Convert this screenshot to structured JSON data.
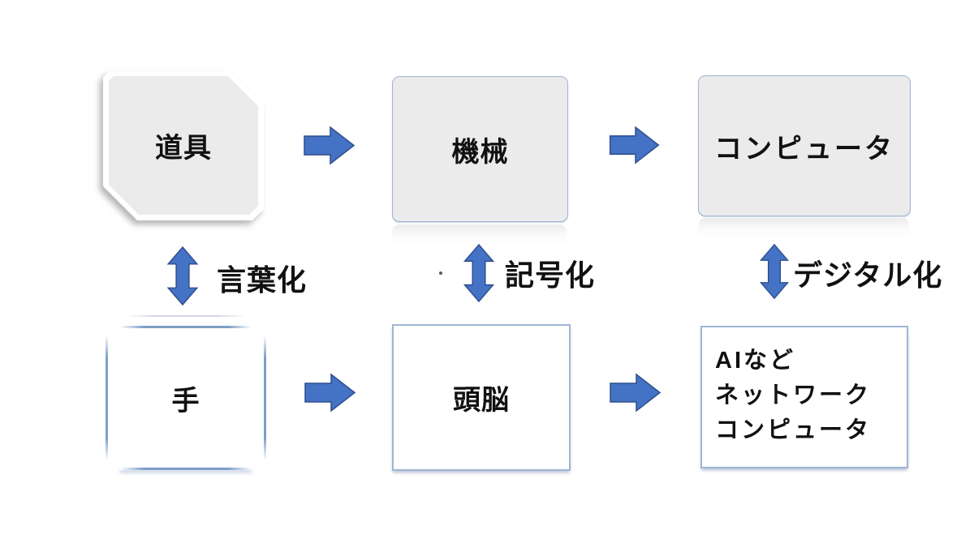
{
  "diagram": {
    "top_row": {
      "tool_box": {
        "label": "道具"
      },
      "machine_box": {
        "label": "機械"
      },
      "computer_box": {
        "label": "コンピュータ"
      }
    },
    "bottom_row": {
      "hand_box": {
        "label": "手"
      },
      "brain_box": {
        "label": "頭脳"
      },
      "ai_box": {
        "lines": [
          "AIなど",
          "ネットワーク",
          "コンピュータ"
        ]
      }
    },
    "transform_labels": {
      "verbalization": "言葉化",
      "symbolization": "記号化",
      "digitization": "デジタル化"
    },
    "stray_mark": "."
  },
  "colors": {
    "background": "#FFFFFF",
    "arrow_fill": "#4472C4",
    "arrow_stroke": "#2F4E8C",
    "gray_box_fill": "#EBEBEB",
    "blue_border": "#9FB6D4",
    "text": "#111111"
  }
}
